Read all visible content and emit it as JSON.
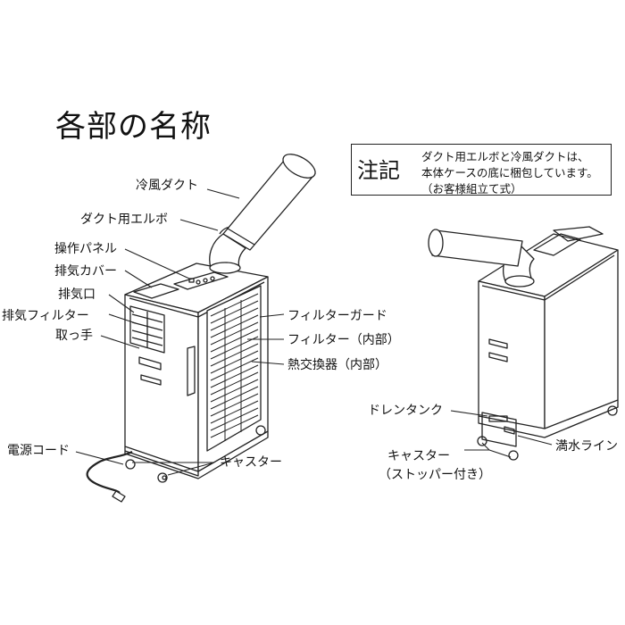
{
  "title": "各部の名称",
  "note": {
    "heading": "注記",
    "lines": [
      "ダクト用エルボと冷風ダクトは、",
      "本体ケースの底に梱包しています。",
      "（お客様組立て式）"
    ]
  },
  "front_labels": {
    "cold_duct": "冷風ダクト",
    "duct_elbow": "ダクト用エルボ",
    "control_panel": "操作パネル",
    "exhaust_cover": "排気カバー",
    "exhaust_port": "排気口",
    "exhaust_filter": "排気フィルター",
    "handle": "取っ手",
    "filter_guard": "フィルターガード",
    "filter_inner": "フィルター（内部）",
    "heat_exchanger": "熱交換器（内部）",
    "power_cord": "電源コード",
    "casters": "キャスター"
  },
  "back_labels": {
    "drain_tank": "ドレンタンク",
    "full_water_line": "満水ライン",
    "casters": "キャスター",
    "casters_note": "（ストッパー付き）"
  }
}
